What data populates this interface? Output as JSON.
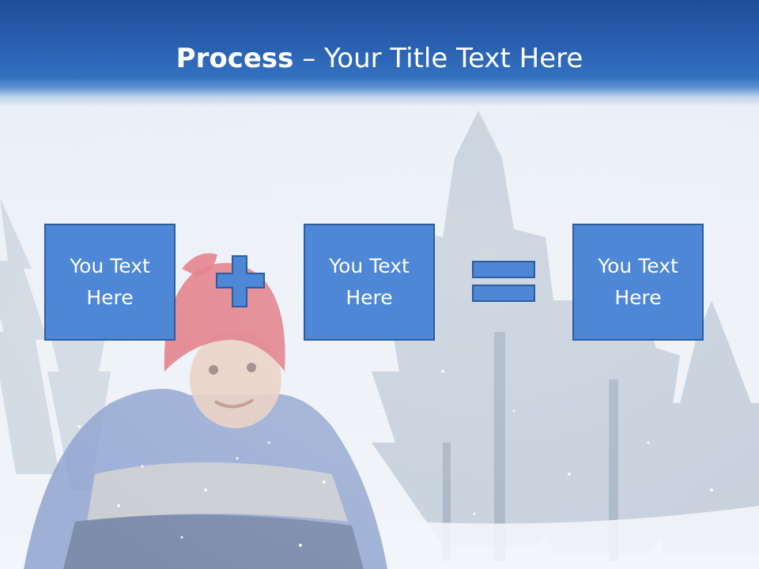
{
  "title": {
    "bold": "Process",
    "dash": " – ",
    "rest": "Your Title Text Here"
  },
  "boxes": [
    {
      "text": "You Text Here"
    },
    {
      "text": "You Text Here"
    },
    {
      "text": "You Text Here"
    }
  ],
  "operators": [
    "plus-icon",
    "equals-icon"
  ],
  "colors": {
    "header": "#2a61b2",
    "box_fill": "#4e87d6",
    "box_border": "#2c5d9c",
    "text": "#ffffff"
  },
  "background_image": "faded winter photo: child in red knit hat and blue jacket, snowy pine trees"
}
